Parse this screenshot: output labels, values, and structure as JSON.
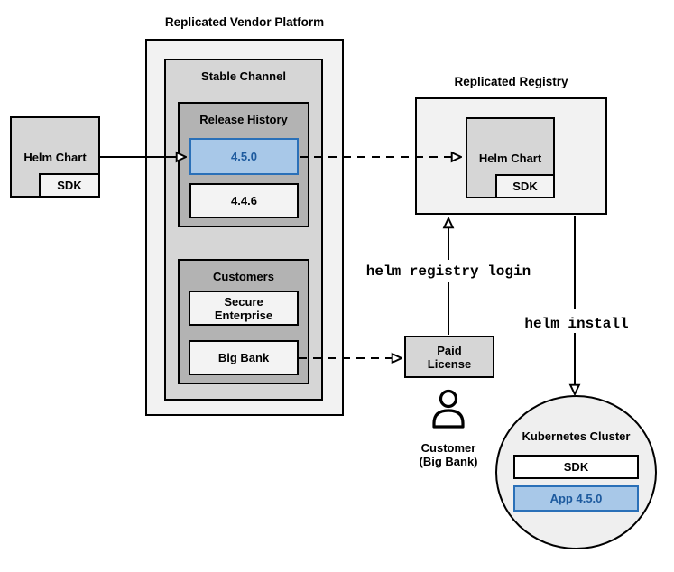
{
  "platform": {
    "title": "Replicated Vendor Platform",
    "stable_channel": {
      "label": "Stable Channel",
      "release_history": {
        "label": "Release History",
        "releases": [
          {
            "version": "4.5.0",
            "highlighted": true
          },
          {
            "version": "4.4.6",
            "highlighted": false
          }
        ]
      },
      "customers": {
        "label": "Customers",
        "items": [
          {
            "name": "Secure Enterprise"
          },
          {
            "name": "Big Bank"
          }
        ]
      }
    }
  },
  "vendor_chart": {
    "label": "Helm Chart",
    "sdk": "SDK"
  },
  "registry": {
    "title": "Replicated Registry",
    "chart": {
      "label": "Helm Chart",
      "sdk": "SDK"
    }
  },
  "commands": {
    "registry_login": "helm registry login",
    "install": "helm install"
  },
  "license": {
    "label": "Paid License"
  },
  "customer": {
    "line1": "Customer",
    "line2": "(Big Bank)",
    "icon": "person-icon"
  },
  "cluster": {
    "title": "Kubernetes Cluster",
    "sdk": "SDK",
    "app": "App 4.5.0"
  },
  "colors": {
    "highlight_fill": "#a8c8e8",
    "highlight_border": "#2a70b8",
    "highlight_text": "#1d5a9e",
    "outer_fill": "#f2f2f2",
    "mid_fill": "#d6d6d6",
    "dark_fill": "#b3b3b3",
    "item_fill": "#f3f3f3",
    "line_color": "#000000"
  }
}
